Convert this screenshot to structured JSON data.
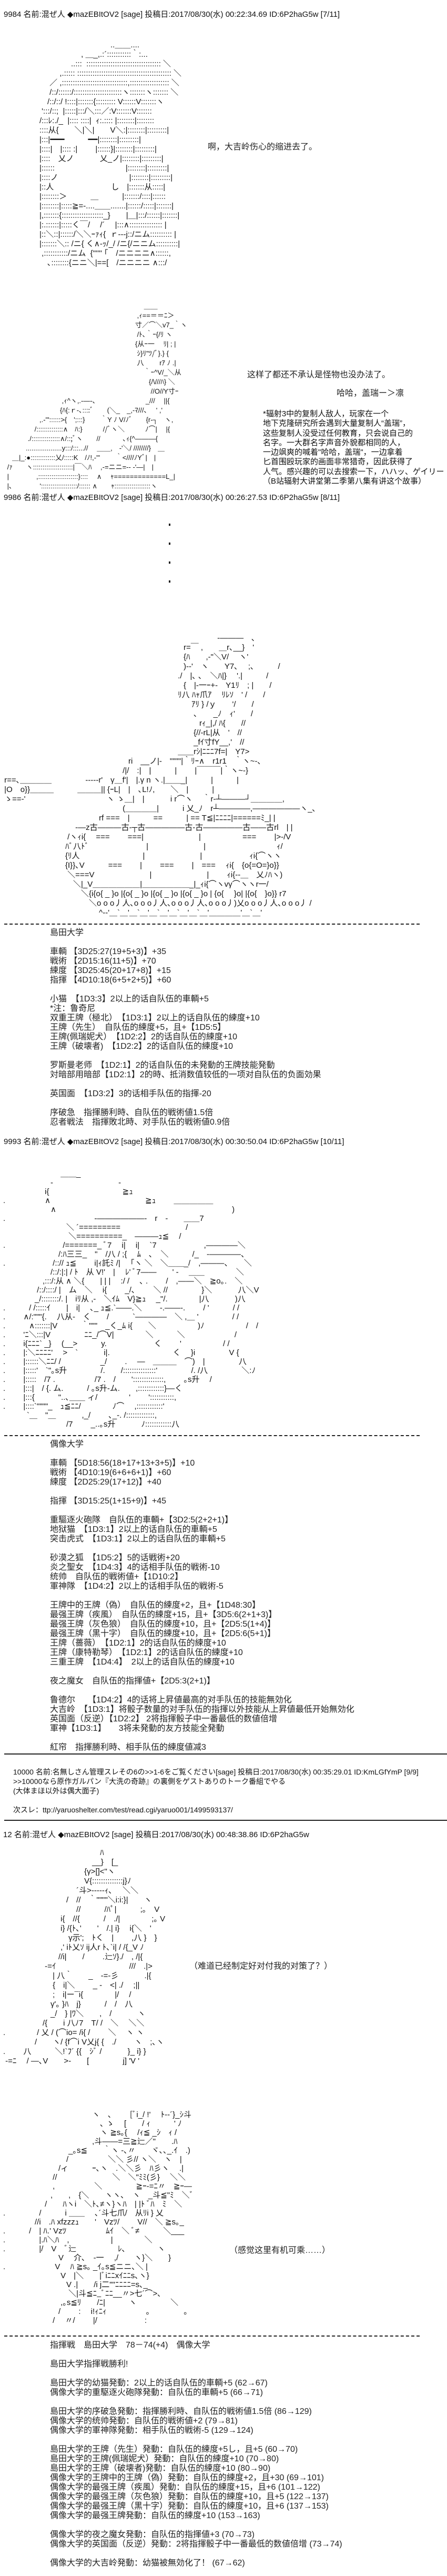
{
  "posts": {
    "p9984": {
      "header": "9984 名前:混ぜ人 ◆mazEBItOV2 [sage] 投稿日:2017/08/30(水) 00:22:34.69 ID:6P2haG5w [7/11]",
      "caption": "啊，大吉岭伤心的缩进去了。",
      "aa": "　　　　　　　　　　..＿＿....\n　　　　　　 , ＿_,.:´:::::::::::｀:...\n　　　　　..:::  :::::::::::::::::::::::::::::::::: ＼\n　　　  ,.::::: ::::::::::::::::::::::::::::::::::::::::::: ＼\n　　 ／ ,::::::::::::::::::::::::::::::,:::::::::::::::::: ＼\n　　 /::/::::::/::::::::::::::::::::::ヽ:::::::ヽ::::::: ＼\n　　/::/::/ !::::|:::::::{::::::::: V::::::V:::::::ヽ\n　 ':::/::;  |:::::|:::/＼:::／:V:::::::V:::::::\n　/:::ﾚ:./_  |:::: ::::|  ｨ:.:::: |::::::::|::::::::\n　::::从{　　＼|＼|　　V＼:|::::::::|:::::::::|\n　|:::|━━━　　　━━|::::::::|:::::::::|\n　|::::|　|:::: :|　　 |::::::}|::::::::|:::::::::|\n　|::::　乂ノ　　　 乂_ノ|::::::::|:::::::::|\n　|::::::　　　　　　　　　|::::::::|:::::::::|\n　|::::ノ　　　　　　　　　|::::::::|:::::::::|\n　|::人　　　　　　　 し　|:::::::从:::::|\n　|::::::::＞　　　＿　　　|:::::::/::::|::::::\n　|::::::::|:::::≧=-....＿＿.......|::::::/:::::|:::::::|\n　|,:::::::{:::::::::::::::::::_}　　|＿|:::/::::::|:::::::|\n　|:.::::::|:::::く￣/　 /´　 |:::∧::::::::::::::: |\n　|::＼::|::::::/＼＼ｰｧｨ{  ｒ---j::/ニム:::::::::: |\n　|:::::::＼:: /ニ{ く∧-ｯ/_/ /ニ{/ニニム::::::::::|\n　 ,:::::::::::/ニム  {'''''' ｢　/ニニニニ∧::::::,\n　　､::::::::{ニニ＼|==[　/ニニニニ ∧:::/"
    },
    "p9985": {
      "caption_main": "这样了都还不承认是怪物也没办法了。",
      "caption_reply": "哈哈，盖瑞ー＞凛",
      "note": [
        "*辐射3中的复制人敌人，玩家在一个",
        "地下克隆研究所会遇到大量复制人“盖瑞”，",
        "这些复制人没受过任何教育，只会说自己的",
        "名字。一大群名字声音外貌都相同的人，",
        "一边飒爽的喊着\"哈哈，盖瑞\"，一边拿着",
        "匕首围殴玩家的画面非常猎奇，因此获得了",
        "人气。感兴趣的可以去搜索一下，ハハッ、ゲイリー",
        "（B站辐射大讲堂第二季第八集有讲这个故事）"
      ],
      "aa": "　　　　　　　　　　　　　　　　　　　　 ＿＿\n　　　　　　　　　　　　　　　　　　　 ,ｨ==＝＝ﾆ＞\n　　　　　　　　　　　　　　　　　　　寸／⌒＼v7_｀ヽ\n　　　　　　　　　　　　　　　　　　　 /ﾄ､｀ｰ{/ﾘ ヽ\n　　　　　　　　　　　　　　　　　　　{从ｰ一　 ﾘ| ; |\n　　　　　　　　　　　　　　　　　　　 ｼ}ﾘ\"ﾂ/ﾞ}.} {\n　　　　　　　　　　　　　　　　　　　 八　　 rｱ ﾉ .|\n　　　　　　　　　　　　　　　　　　　　 ｀ｰ^V/_＼从\n　　　　　　　　　　　　　　　　　　　　　{/\\///ﾊ} ＼\n　　　　　　　　　　　　　　　　　　　　　 //O//Y寸ｰ\n　　　　　　　　 ,ｨ^ヽ,.-―-､　　　　　　　 _///　 ||{\n　　　　　　　　{ﾊ{:ｒ-､::::ﾞ　　(＼_　_,-ﾏ///､　 ' ,'\n　　　　　,.-'\"::::::>{　';:::}　　 ｀Y ﾉ V/ﾉﾞ　　{r-┐　ヽ,\n　　　　 /::::::::::::::∧　ﾊ:}　　　//ﾞヽ＼　　　ﾉ⌒|　 |{\n　　　 ./:::::::::::::::∧/::;ﾞヽ　　//　　　 ､ｨ{^―――{\n　　　...................y:::/:::...//　 ＿＿,　-'＼/ ////////}　＿\n　＿|_:●:::::::::::::乂/:::::K　/ﾉ!,-'\"　　 ｀<////ﾉYﾞ|　|\n /ｧ　　ヽ:::::::::::::::::::::|￣＼ﾊ　 ,-=ニニ=-- -'―|　|\n |　　　　,:::::::::::::::::::::}::::　 ∧　 ｬ=============L_|\n |､　　　　':::::::::::::::::::/:::::: ∧　　ｬ:::::::::::::::::::ヽ"
    },
    "p9986": {
      "header": "9986 名前:混ぜ人 ◆mazEBItOV2 [sage] 投稿日:2017/08/30(水) 00:26:27.53 ID:6P2haG5w [8/11]",
      "aa": "　　　　　　　　　　　　　　　　　　　　　　　　　　　 -―――　､\n　　　　　　　　　　　　　　　　　　　　　　　r=￣ ,　　＿r､__}　'\n　　　　　　　　　　　　　　　　　　　　　　　{ﾊ　　,-\"＼V/　 ヽ'\n　　　　　　　　　　　　　　　　　　　　　　　)--'　ヽ　　Y7､　 ;､　　　/\n　　　　　　　　　　　　　　　　　　　　　　 ./　|､ ､　＼ﾊ|}　 '.|　　　/\n　　　　　　　　　　　　　　　　　　　　　　　{　|-一ｰ+-　Y1ﾘ　; |　　/\n　　　　　　　　　　　　　　　　　　　　　　 ﾘ八 ﾊｬ爪ｱ　 ﾘﾚｿ　' /　　/\n　　　　　　　　　　　　　　　　　　　　　　　　ｱﾘ } /ｙ　　'/　　/\n　　　　　　　　　　　　　　　　　　　　　　　　 ､　　_ﾉ　ｨ'　　/\n　　　　　　　　　　　　　　　　　　　　　　　　　rｨ_|,/ ﾊ{　　//\n　　　　　　　　　　　　　　　　　　　　　　　　 {//-rL|从　'　//\n　　　　　　　　　　　　　　　　　　　　　　　　 _fｲ寸fY__,'　//\n　　　　　　　　　　　　　　　　　　　　　　 ＿＿rｼ|ﾆﾆﾆ7f=|　Y7>\n　　　　　　　　　　　　　　　　ri　__ノ|-　\"\"\"\"|｀ﾘｰ∧　r1r1　｀ヽ~-､\n　　　　　　　　　　　　　　　 /|/　:|　|　　　|　　 |￣￣￣|｀ヽ~-}\n r==､＿＿＿＿　　　　 -----r'　γ＿f'|　|.γ n ヽ.|＿＿_|　　　|　　　|\n |O　o}}＿＿＿　　　＿＿＿|| {ｰL|　|　､L!ﾉ,　　＼　|　　　|\n ゝ==-'　　　　　　　　　　 ヽ ゝ＿|　|　　　 i r⌒ヽ　 ｀r-┴―――┘＿＿＿＿,\n　　　　　　　　　　　　　　　 (＿＿＿＿|　　　i 乂_ﾉ　r┴――――,――――――ヽ_､\n　　　　　　　　　　　　 rf ===　|　　　==　　　| == T≦|ﾆﾆﾆﾆ|======ﾐ_| |\n　　　　　　　　　 -―z古―――古-┬古―――――古-古―――――古――古rl　| |\n　　　　　　　　 /ヽｨi{　 ===　　 ===|　　　　　　　|　　　　　 ===　　 |>-/V\n　　　　　　　　ﾊﾞ八ﾄﾞ　　　　　　　 |　　　　　　　|　　　　　　　　　ｨ/\n　　　　　　　　{ﾘ人　　　　　　　　|　　　　　　　|　　　　　　ｨi{⌒ヽヽ\n　　　　　　　　{I}}､V　　　===　　 |　　 ===　　 |　===　 ｨi{　{o{=O=}o}}\n　　　　　　　　 ＼===V　　　　　　　|　　　　　　　|　　 ｨi{--＿　乂ﾉﾊヽ)\n　　　　　　　　　＼|_V＿＿＿＿＿＿|＿＿＿＿＿＿_|_ｨi{⌒ヽvγ⌒ヽヽr一/\n　　　　　　　　　　＼{i{o{ _ }o |{o{ _ }o |{o{ _ }o |{o{ _ }o | {o{　 }o| |{o{　}o}} r7\n　　　　　　　　　　　＼o o o丿人､o o o丿人､o o o丿人､o o o丿)乂o o o丿人､o o o丿 /\n　　　　　　　　　　　　 ^‐-'＿`＿'＿`＿'＿`＿'＿`＿'＿`＿'＿＿＿＿'＿`＿'"
    },
    "shimada": {
      "lines": [
        "島田大学",
        "",
        "車輌 【3D25:27(19+5+3)】+35",
        "戦術 【2D15:16(11+5)】+70",
        "練度 【3D25:45(20+17+8)】+15",
        "指揮 【4D10:18(6+5+2+5)】+60",
        "",
        "小猫　【1D3:3】2以上的话自队伍的車輌+5",
        "*注：鲁奇尼",
        "双重王牌（極北）　【1D3:1】2以上的话自队伍的練度+10",
        "王牌（先生）　自队伍的練度+5，且+【1D5:5】",
        "王牌(佩瑞妮犬）　【1D2:2】2的话自队伍的練度+10",
        "王牌（破壊者)　【1D2:2】2的话自队伍的練度+10",
        "",
        "罗斯曼老师　【1D2:1】2的话自队伍的未発動的王牌技能発動",
        "対暗部用暗部【1D2:1】2的時、抵消数值较低的一项对自队伍的负面効果",
        "",
        "英国面　【1D3:2】3的话相手队伍的指揮-20",
        "",
        "序破急　指揮勝利時、自队伍的戦術値1.5倍",
        "忍者戦法　指揮敗北時、对手队伍的戦術値0.9倍"
      ]
    },
    "p9993": {
      "header": "9993 名前:混ぜ人 ◆mazEBItOV2 [sage] 投稿日:2017/08/30(水) 00:30:50.04 ID:6P2haG5w [10/11]",
      "aa": "　　　　　　　 ＿＿_\n　　　　　　-　　　　　　　　 -\n　　　　　 i{　　　　　　　　　 ≧ｭ\n.　　　　　∧　　　　　　　　　　　　≧ｭ　　 ＿＿＿＿＿\n　　　　　　∧　　　　　　　　　　　　　　　　　　　　　　 )\n.　　　　　　　　　　　 -――――――-　r　-　　＿＿7\n　　　　　　　　＼ ´=========　　　　　　　　 /\n　　　　　　　　 ＼==========_　―――ｭ≦　 /\n.　　　　　　　 /=======_ ﾞ7　 i|　 i|　 `7　　　　　　,――――＼\n　　　　　　　/:ﾊ三三_　\"　/八 / ;{　 ﾑ　､　＼　　　/_　-――――、\n.　　　　　　/::// ｭ≦　　 i|ｨ託ﾐ /|　 ｢ヽ ＼　＼＿＿_/　,―――、　　＼\n　　　　　　/::/:|:| / ﾄ　从 V!'　|　 ﾚ' ﾞ7――　　' -　 ＿＿　　　　＼\n　　　　　,:::/:从 ∧ ＼{　　| | |　 :/ /　 ､ .　　 /　,――＼　≧o｡.　＼\n　　　　 /::/::::/ |　ム　＼　 i{　　 _/､　　 ＼ //　　　　 }＼　　　 八＼V\n　　　　_/::::::::/. |　iﾘ从 ,-　＼ｲﾑ　V}≧ｭ　 _\"/.　　　　|八　　　 )八\n.　　　/ /:::::ｲ　　|　i|　 ､_ ｭ≦.`――.＼　　 -.――-.　　 / '　　　/ /\n.　　 ∧/:\"\"\"{.　 八从-　く　　/　　　`――――　＼ ,＿ '　　　　 / /\n.　　　∧:::::::|V　　　｀\"\"\"　_く_ﾑ i{　　＼　　　　　 )ﾉ　　　　　 /　/\n.　　 'ﾆ＼:::|V　　　　 ﾆﾆ_/⌒V|　　　　＼　　　＼　　　　　　 /\n.　　 i{ﾆﾆﾆ` _}　 (__>　　　y.　　　　　　く　　 '　　　　　 / /\n.　　 |:＼ﾆﾆﾆﾆ'　 >　`　　　 i|.　　　　　　　　く　 }i　　　　 V {\n.　　 |::::::＼ﾆﾆ/ /　　　　　_/　　 .　 ―　＿＿＿　⌒)　|　　　　 八\n.　　 |:::::'　`\"｡s升　　　　 /.　　/:::::::::::::::'　　　　 /. /八　　　　 ＼:ﾉ\n.　　 |:::::　/7 .　　　　　/7 .　/　　'::::::::::::::,　　 ｡s升　 /\n.　　 |:::|　/ {. ム.　　　/ ｡s升-ム.　　,::::::::::::}―く\n.　　 |:::{　　　\"..､＿＿ ィ/　　　　'　　 ':::::::::::,\n.　　 |::::`\"\"\"\"_　ｭ≦ﾆﾆ/　　　　ﾉ⌒　 ,::::::::::::'\n　　　`＿　\"＿　　　 ,_/　　 ､_-. /:::::::::::::,\n　　　　　　　　/7　　 _..｡s升　　　 ﾉ::::::::::::八"
    },
    "idol": {
      "lines": [
        "偶像大学",
        "",
        "車輌 【5D18:56(18+17+13+3+5)】+10",
        "戦術 【4D10:19(6+6+6+1)】+60",
        "練度 【2D25:29(17+12)】+40",
        "",
        "指揮 【3D15:25(1+15+9)】+45",
        "",
        "重驅逐火砲隊　自队伍的車輌+【3D2:5(2+2+1)】",
        "地狱猫　【1D3:1】2以上的话自队伍的車輌+5",
        "突击虎式　【1D3:1】2以上的话自队伍的車輌+5",
        "",
        "砂漠之狐　【1D5:2】5的话戦術+20",
        "炎之聖女　【1D4:3】4的话相手队伍的戦術-10",
        "统帅　自队伍的戦術値+【1D10:2】",
        "軍神隊　【1D4:2】2以上的话相手队伍的戦術-5",
        "",
        "王牌中的王牌（偽）　自队伍的練度+2，且+【1D48:30】",
        "最强王牌（疾風）　自队伍的練度+15，且+【3D5:6(2+1+3)】",
        "最强王牌（灰色狼）　自队伍的練度+10，且+【2D5:5(1+4)】",
        "最强王牌（黒十字）　自队伍的練度+10，且+【2D5:6(5+1)】",
        "王牌（薔薇）　【1D2:1】2的话自队伍的練度+10",
        "王牌（康特勒琴）　【1D2:1】2的话自队伍的練度+10",
        "三重王牌　【1D4:4】　2以上的话自队伍的練度+10",
        "",
        "夜之魔女　自队伍的指揮値+【2D5:3(2+1)】",
        "",
        "鲁德尔　　【1D4:2】4的话将上昇値最高的对手队伍的技能無効化",
        "大吉岭　【1D3:1】将骰子数量的对手队伍的指揮以外技能从上昇値最低开始無効化",
        "英国面（反逆）【1D2:2】 2将指揮骰子中一番最低的数値倍增",
        "軍神【1D3:1】　　3将未発動的友方技能全発動",
        "",
        "紅帘　指揮勝利時、相手队伍的練度値减3"
      ]
    },
    "p10000": {
      "lines": [
        "10000 名前:名無しさん管理スレその6の>>1-6をご覧ください[sage] 投稿日:2017/08/30(水) 00:35:29.01 ID:KmLGfYmP [9/9]",
        ">>10000なら原作ガルパン『大洗の奇跡』の裏側をゲストありのトーク番組でやる",
        "(大体まほ以外は偶大面子)",
        "",
        "次スレ：ttp://yaruoshelter.com/test/read.cgi/yaruo001/1499593137/"
      ]
    },
    "p12": {
      "header": "12 名前:混ぜ人 ◆mazEBItOV2 [sage] 投稿日:2017/08/30(水) 00:48:38.86 ID:6P2haG5w",
      "caption1": "（难道已经制定好对付我的对策了？）",
      "caption2": "（感觉这里有机可乘……）",
      "aa1": "　　　　　　　　　　　　 ﾊ\n　　　　　　　　　　　 __}　[_\n　　　　　　　　　　 {γ>[]<\"ヽ\n　　　　　　　　　　 V{::::::::::::::j}ﾉ\n　　　　　　　　　 ´斗>-----ｨ､　 ＼＼\n　　　　　　　　/　//　｀\"\"\"\"＼i:i:}|　　ヽ\n　　　　　　　　　 //　　　/ﾊﾟ|　　　;｡　V\n　　　　　　　 i{　//{　　　/　./|　　　　;｡ V\n　　　　　　　 i} /{ﾄ､'　　'　/.| i}　 i{＼　'\n　　　　　　　　 γ示';　ﾄく　|　　 ,八 }　}\n　　　　　　　 ,' iﾄ乂ｿ ij人r ﾄ､`i| / /{_V ﾉ\n　　　　　　　//i|　　/　　 .辷ｿ}./　, /|{\n　　　　　 -=ｲ　　　　　　　　　 ///　.|>\n　　　　　　 | 八｀　　_　-=-彡　　　 .|{\n　　　　　　 {　i|＼　　 _ -　<| ./　 ;||\n　　　　　　 ;　i|ー¯i{　　　　|/　 /\n　　　　　　γ'｡ }ﾊ　j}　　　/　/　八\n　　　　　　_/　} |ﾜ＼　　,　/　　　 ヽ\n　　　　　/{　　i 八ﾉ7　T/ /　＼　 ＼＼\n.　　　　/ 乂 / (⌒io= /i{ /　　 ＼　 ヽ ヽ\n　　　　/　　ヽ/ {f⌒i V乂j{ {　./　　 ヽ　;､ヽ\n.　　 八　　　＼!`ﾌ´ {{　ｼﾞ /　　　 }_ i} }\n -=ﾆ　 / ―､V　　>-　　[　　　　 j] 'V '",
      "aa2": "　　　　　　　　　　　 ヽ　､　　 [ﾞi_/ !'　 ﾄ--´}_ｼ斗\n　　　　　　　　　　　　 ､ ゝ　 [　　/ ｨ　　　' ﾉ\n　　　　　　　　　　　　 ヽ ≧s｡{　 /ｨ≦ _ｼ　ｨ /\n　　　　　　　　　　　 ,斗――=三≧辷／\"　　.ﾊ\n　　　　　　　　 _｡s≦　　｀ヽ -､〃　　ヾ､､_.ｲ　.)\n　　　　　　　　/　　　　　＼＼ 彡// ヽ＼　ヽ　|\n　　　　　　　/ィ　　　ｰ､ヽ　.＼＼彡　ﾊ彡ヽ　 .|\n　　　　　　 //　　　　　　　＼　＼\"ﾐﾐ(彡}　 ＼＼\n　　　　　　 ,　　　　　＼　　　　 ≧ｰ-=ﾆ〃　≧ｰ―\n　　　　　　,　　,　{＼　　ヽヽ､　ヽ　_斗≦\"ﾐ　＼ﾞ\n　　　　　 /　　ﾊヽi　＼ﾄ､≠ヽ}ヽﾊ　| |ﾄ ﾞﾊ　ﾐ　＼\n.　　　　 /　　　i ＿＿　 ､´斗七爪/　从ﾘi } 乂\n　　　　//i　.ﾊ xfzzzｭ　　'　Vzﾂ/　　 V//　＼ ≧s｡_\n.　　　/　| ﾊ.' Vzﾂ　　　　　ﾑｲ　＼ ﾞ≠　　　＼___\n.　　　　 |.ﾊ＼ﾊ　,　　　　　 |　　　　＼\n.　　　　 |/　V　ﾞ辷　　　　　 ﾚ､　　　　ヽ\n　　　　　　　V　 介､　-一　 ,/　　ヽ}＼　　}\n.　　　　　　 V　 ﾊ ≧s｡ _ｲ｡s≦ニニ､＼ |\n　　　　　　　 V　|＼　　|ﾞiﾆﾆxｲﾆﾆs､ヽ}\n　　　　　　　　V .|　　/i j二\"\"ﾆﾆﾆﾆ=s､_\n　　　　　　　　 ＼|斗≦ﾆ_ﾞﾆﾆ__〃>七´⌒>､\n　　　　　　　 ,｡s≦ﾘ　　/ﾆ|　　　ヽ　　　　 ＼\n　　　　　　　/　　 :　 i!ｨﾆｨ　　　　　｡　　　　 ｡\n　　　　　　 /　 〃/　　 |/　　　　　　:"
    },
    "result": {
      "lines": [
        "指揮戦　島田大学　78－74(+4)　偶像大学",
        "",
        "島田大学指揮戦勝利!",
        "",
        "島田大学的幼猫発動：2以上的话自队伍的車輌+5 (62→67)",
        "偶像大学的重駆逐火砲隊発動：自队伍的車輌+5 (66→71)",
        "",
        "島田大学的序破急発動：指揮勝利時、自队伍的戦術値1.5倍 (86→129)",
        "偶像大学的统帅発動：自队伍的戦術値+2 (79→81)",
        "偶像大学的軍神隊発動：相手队伍的戦術-5 (129→124)",
        "",
        "島田大学的王牌（先生）発動：自队伍的練度+5し，且+5 (60→70)",
        "島田大学的王牌(佩瑞妮犬）発動：自队伍的練度+10 (70→80)",
        "島田大学的王牌（破壊者)発動：自队伍的練度+10 (80→90)",
        "偶像大学的王牌中的王牌（偽）発動：自队伍的練度+2，且+30 (69→101)",
        "偶像大学的最强王牌（疾風）発動：自队伍的練度+15，且+6 (101→122)",
        "偶像大学的最强王牌（灰色狼）発動：自队伍的練度+10，且+5 (122→137)",
        "偶像大学的最强王牌（黒十字）発動：自队伍的練度+10，且+6 (137→153)",
        "偶像大学的最强王牌発動：自队伍的練度+10 (153→163)",
        "",
        "偶像大学的夜之魔女発動：自队伍的指揮値+3 (70→73)",
        "偶像大学的英国面（反逆）発動：2将指揮骰子中一番最低的数値倍增 (73→74)",
        "",
        "偶像大学的大吉岭発動：幼猫被無効化了！ (67→62)"
      ]
    }
  }
}
